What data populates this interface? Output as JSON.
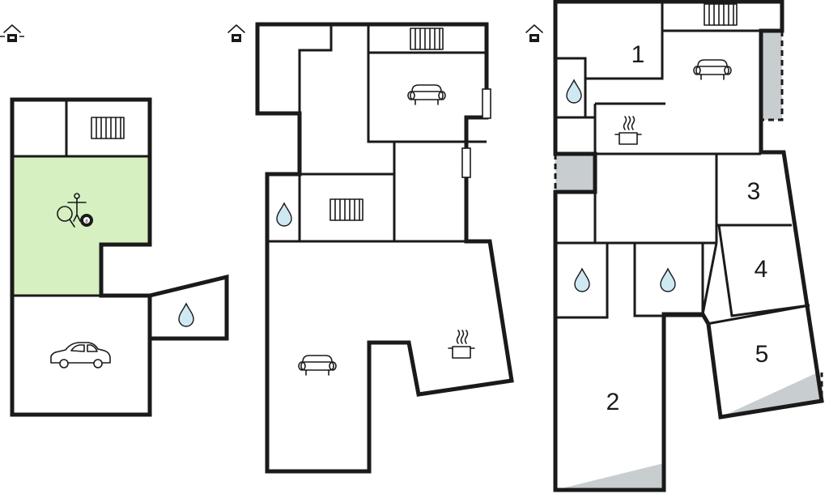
{
  "colors": {
    "wall": "#1a1a1a",
    "leisure_room_fill": "#d6f0c2",
    "outdoor_fill": "#c8cdd0",
    "water_drop": "#cfe9f3"
  },
  "floors": [
    {
      "name": "ground-floor",
      "icon": "house-level-icon",
      "rooms": [
        "games-room",
        "garage",
        "bathroom",
        "stairs"
      ]
    },
    {
      "name": "first-floor",
      "icon": "house-level-icon",
      "rooms": [
        "living-room",
        "kitchen-living",
        "bathroom",
        "stairs"
      ]
    },
    {
      "name": "second-floor",
      "icon": "house-level-icon",
      "rooms": [
        "bedroom-1",
        "bedroom-2",
        "bedroom-3",
        "bedroom-4",
        "bedroom-5",
        "living-kitchen",
        "bathrooms",
        "stairs"
      ]
    }
  ],
  "room_numbers": {
    "r1": "1",
    "r2": "2",
    "r3": "3",
    "r4": "4",
    "r5": "5"
  },
  "ball_number": "8"
}
